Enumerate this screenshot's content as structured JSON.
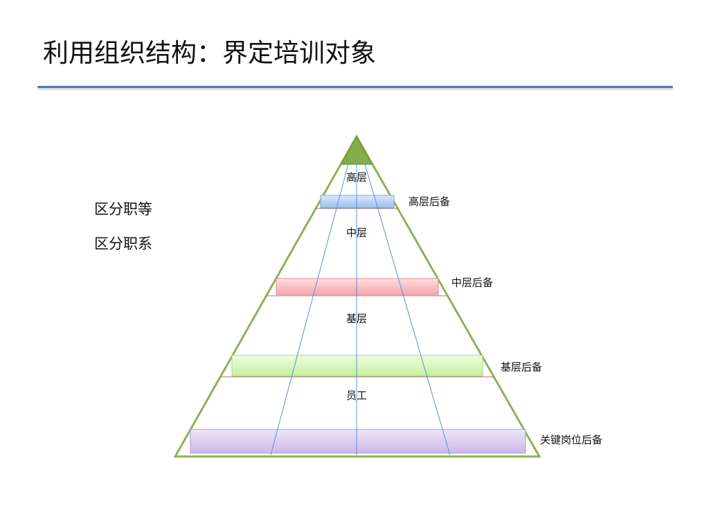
{
  "slide": {
    "title": "利用组织结构：界定培训对象"
  },
  "side_labels": [
    "区分职等",
    "区分职系"
  ],
  "pyramid": {
    "levels": [
      {
        "label": "高层"
      },
      {
        "label": "中层"
      },
      {
        "label": "基层"
      },
      {
        "label": "员工"
      }
    ],
    "reserves": [
      {
        "label": "高层后备",
        "color": "#a9c8f0"
      },
      {
        "label": "中层后备",
        "color": "#f5a9ad"
      },
      {
        "label": "基层后备",
        "color": "#cdf2a6"
      },
      {
        "label": "关键岗位后备",
        "color": "#d5c4ec"
      }
    ]
  },
  "colors": {
    "title_rule": "#4a7ab4",
    "pyramid_outline": "#8db255",
    "apex_fill": "#84ad4a",
    "divider_lines": "#5b8fd0"
  }
}
